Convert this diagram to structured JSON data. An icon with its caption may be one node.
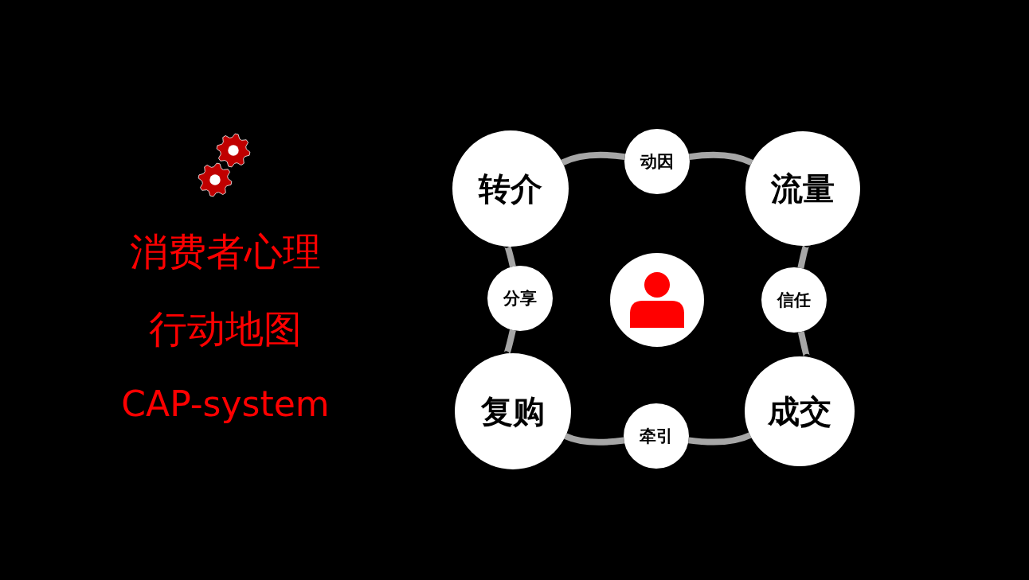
{
  "diagram": {
    "nodes": [
      {
        "text": [
          "转介"
        ]
      },
      {
        "text": [
          "动因"
        ]
      },
      {
        "text": [
          "流量"
        ]
      },
      {
        "text": [
          "分享"
        ]
      },
      {
        "text": [],
        "shape": "person"
      },
      {
        "text": [
          "信任"
        ]
      },
      {
        "text": [
          "复购"
        ]
      },
      {
        "text": [
          "牵引"
        ]
      },
      {
        "text": [
          "成交"
        ]
      }
    ],
    "edges": [
      {
        "from": 0,
        "to": 1,
        "arrow": "none"
      },
      {
        "from": 1,
        "to": 2,
        "arrow": "none"
      },
      {
        "from": 2,
        "to": 5,
        "arrow": "none"
      },
      {
        "from": 5,
        "to": 8,
        "arrow": "none"
      },
      {
        "from": 8,
        "to": 7,
        "arrow": "none"
      },
      {
        "from": 7,
        "to": 6,
        "arrow": "none"
      },
      {
        "from": 6,
        "to": 3,
        "arrow": "none"
      },
      {
        "from": 3,
        "to": 0,
        "arrow": "none"
      }
    ],
    "labels": [
      "消费者心理",
      "行动地图",
      "CAP-system"
    ]
  }
}
